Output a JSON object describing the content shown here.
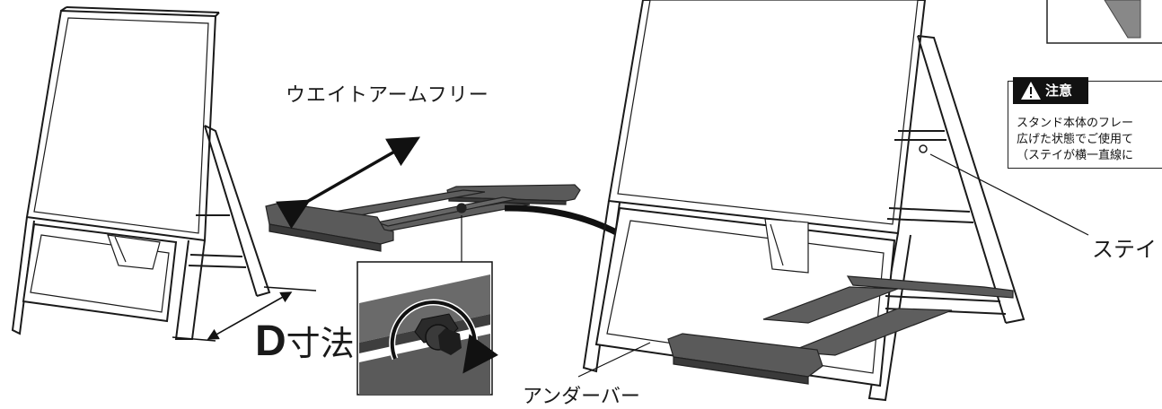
{
  "labels": {
    "weight_arm_free": "ウエイトアームフリー",
    "under_bar": "アンダーバー",
    "stay": "ステイ",
    "dimension_letter": "D",
    "dimension_suffix": "寸法"
  },
  "caution": {
    "title": "注意",
    "line1": "スタンド本体のフレー",
    "line2": "広げた状態でご使用て",
    "line3": "（ステイが横一直線に"
  },
  "colors": {
    "part_fill": "#555555",
    "part_dark": "#3a3a3a",
    "line": "#1a1a1a",
    "caution_bg": "#111111"
  }
}
